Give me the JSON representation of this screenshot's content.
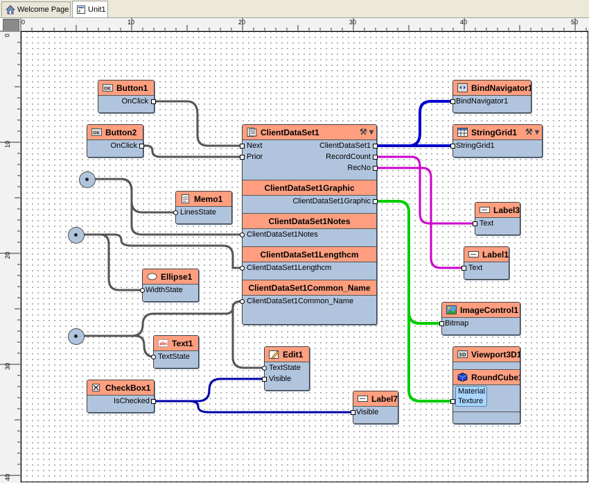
{
  "tabs": [
    {
      "label": "Welcome Page",
      "icon": "home-icon"
    },
    {
      "label": "Unit1",
      "icon": "form-unit-icon"
    }
  ],
  "ruler": {
    "h_ticks": [
      "0",
      "10",
      "20",
      "30",
      "40",
      "50"
    ],
    "v_ticks": [
      "0",
      "10",
      "20",
      "30",
      "40"
    ]
  },
  "components": {
    "button1": {
      "title": "Button1",
      "prop": "OnClick"
    },
    "button2": {
      "title": "Button2",
      "prop": "OnClick"
    },
    "clientdataset1": {
      "title": "ClientDataSet1",
      "left_props": [
        "Next",
        "Prior"
      ],
      "right_props": [
        "ClientDataSet1",
        "RecordCount",
        "RecNo"
      ],
      "fields": [
        {
          "title": "ClientDataSet1Graphic",
          "prop": "ClientDataSet1Graphic"
        },
        {
          "title": "ClientDataSet1Notes",
          "prop": "ClientDataSet1Notes"
        },
        {
          "title": "ClientDataSet1Lengthcm",
          "prop": "ClientDataSet1Lengthcm"
        },
        {
          "title": "ClientDataSet1Common_Name",
          "prop": "ClientDataSet1Common_Name"
        }
      ]
    },
    "bindnavigator1": {
      "title": "BindNavigator1",
      "prop": "BindNavigator1"
    },
    "stringgrid1": {
      "title": "StringGrid1",
      "prop": "StringGrid1"
    },
    "memo1": {
      "title": "Memo1",
      "prop": "LinesState"
    },
    "label3": {
      "title": "Label3",
      "prop": "Text"
    },
    "label1": {
      "title": "Label1",
      "prop": "Text"
    },
    "ellipse1": {
      "title": "Ellipse1",
      "prop": "WidthState"
    },
    "imagecontrol1": {
      "title": "ImageControl1",
      "prop": "Bitmap"
    },
    "text1": {
      "title": "Text1",
      "prop": "TextState"
    },
    "edit1": {
      "title": "Edit1",
      "props": [
        "TextState",
        "Visible"
      ]
    },
    "viewport3d1": {
      "title": "Viewport3D1"
    },
    "roundcube1": {
      "title": "RoundCube1",
      "props": [
        "Material",
        "Texture"
      ]
    },
    "checkbox1": {
      "title": "CheckBox1",
      "prop": "IsChecked"
    },
    "label7": {
      "title": "Label7",
      "prop": "Visible"
    }
  },
  "colors": {
    "header": "#ff9f80",
    "body": "#b0c4de",
    "wire_gray": "#555555",
    "wire_blue": "#0000cc",
    "wire_magenta": "#cc00cc",
    "wire_green": "#00cc00",
    "wire_navy": "#0000aa"
  }
}
